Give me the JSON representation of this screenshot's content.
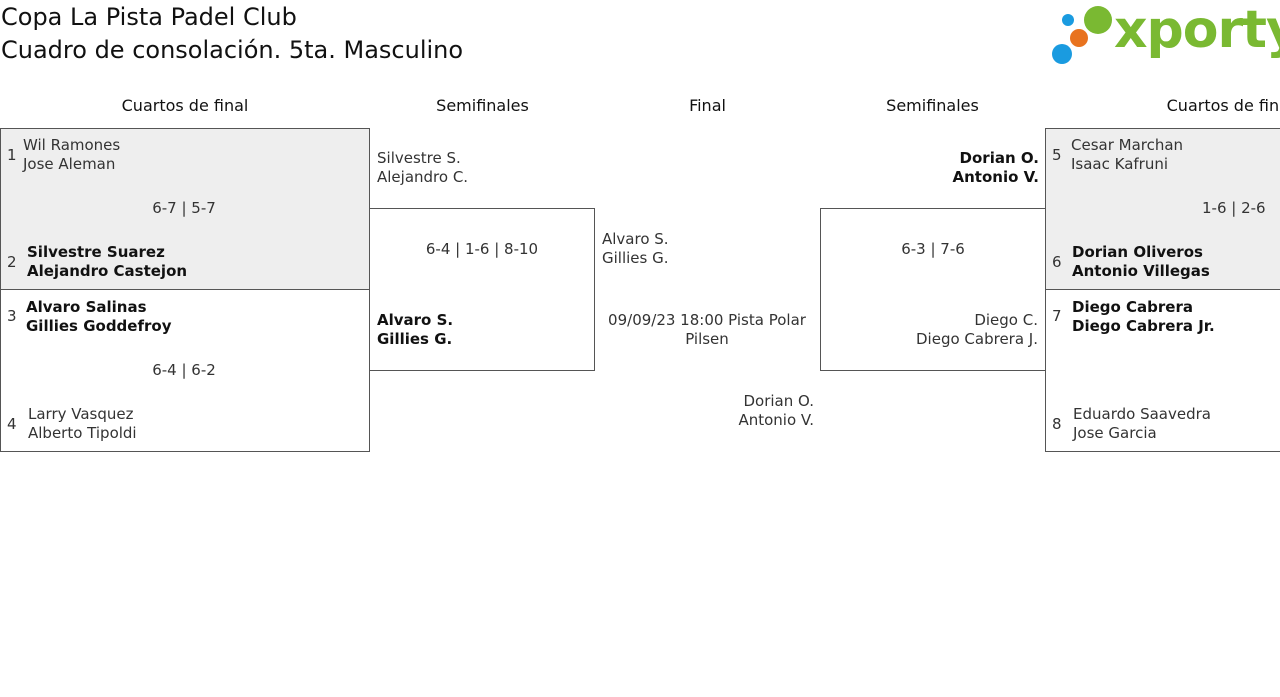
{
  "header": {
    "title": "Copa La Pista Padel Club",
    "subtitle": "Cuadro de consolación. 5ta. Masculino",
    "logo_text": "xporty",
    "logo_colors": [
      "#1a9be0",
      "#e8731f",
      "#7ab932"
    ]
  },
  "rounds": {
    "left_qf": "Cuartos de final",
    "left_sf": "Semifinales",
    "final": "Final",
    "right_sf": "Semifinales",
    "right_qf": "Cuartos de final"
  },
  "qf1": {
    "seed1": "1",
    "p1a": "Wil Ramones",
    "p1b": "Jose Aleman",
    "score": "6-7 | 5-7",
    "seed2": "2",
    "p2a": "Silvestre Suarez",
    "p2b": "Alejandro Castejon"
  },
  "qf2": {
    "seed1": "3",
    "p1a": "Alvaro Salinas",
    "p1b": "Gillies Goddefroy",
    "score": "6-4 | 6-2",
    "seed2": "4",
    "p2a": "Larry Vasquez",
    "p2b": "Alberto Tipoldi"
  },
  "qf3": {
    "seed1": "5",
    "p1a": "Cesar Marchan",
    "p1b": "Isaac Kafruni",
    "score": "1-6 | 2-6",
    "seed2": "6",
    "p2a": "Dorian Oliveros",
    "p2b": "Antonio Villegas"
  },
  "qf4": {
    "seed1": "7",
    "p1a": "Diego Cabrera",
    "p1b": "Diego Cabrera Jr.",
    "score": "",
    "seed2": "8",
    "p2a": "Eduardo Saavedra",
    "p2b": "Jose Garcia"
  },
  "sf_left": {
    "t1a": "Silvestre S.",
    "t1b": "Alejandro C.",
    "score": "6-4 | 1-6 | 8-10",
    "t2a": "Alvaro S.",
    "t2b": "Gillies G."
  },
  "sf_right": {
    "t1a": "Dorian O.",
    "t1b": "Antonio V.",
    "score": "6-3 | 7-6",
    "t2a": "Diego C.",
    "t2b": "Diego Cabrera J."
  },
  "final": {
    "t1a": "Alvaro S.",
    "t1b": "Gillies G.",
    "schedule": "09/09/23 18:00 Pista Polar Pilsen",
    "t2a": "Dorian O.",
    "t2b": "Antonio V."
  }
}
